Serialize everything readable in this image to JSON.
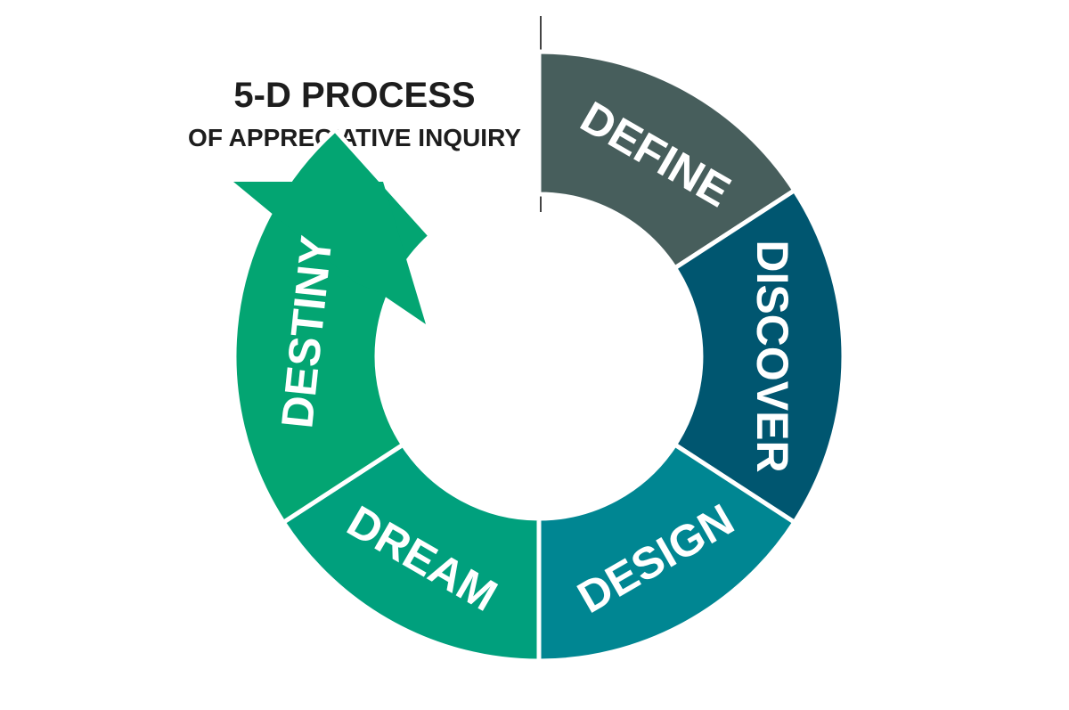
{
  "title": {
    "main": "5-D PROCESS",
    "sub": "OF APPRECIATIVE INQUIRY"
  },
  "segments": [
    {
      "key": "define",
      "label": "DEFINE",
      "color": "#475e5c"
    },
    {
      "key": "discover",
      "label": "DISCOVER",
      "color": "#005670"
    },
    {
      "key": "design",
      "label": "DESIGN",
      "color": "#008692"
    },
    {
      "key": "dream",
      "label": "DREAM",
      "color": "#00a07d"
    },
    {
      "key": "destiny",
      "label": "DESTINY",
      "color": "#03a572"
    }
  ]
}
